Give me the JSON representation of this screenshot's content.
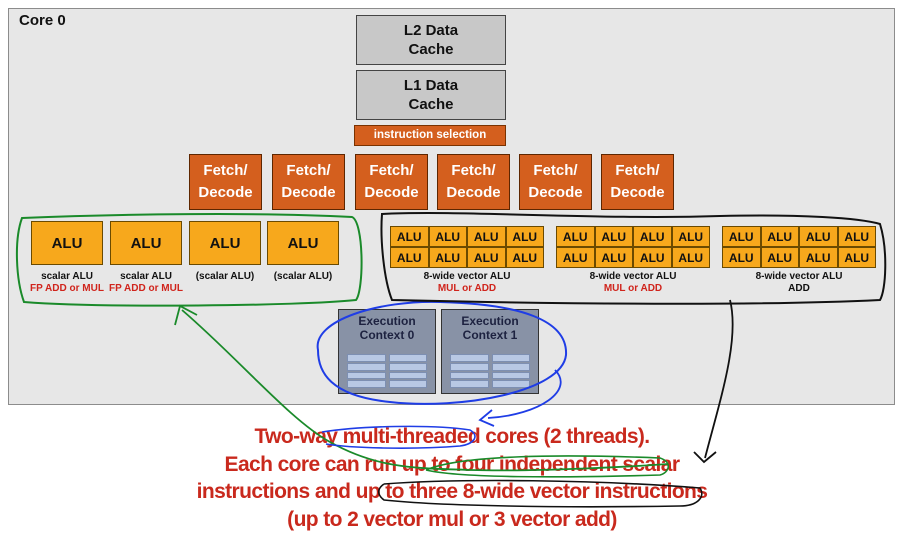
{
  "core_title": "Core 0",
  "l2_cache": "L2 Data Cache",
  "l1_cache": "L1 Data Cache",
  "instruction_selection": "instruction selection",
  "fetch_decode": [
    "Fetch/ Decode",
    "Fetch/ Decode",
    "Fetch/ Decode",
    "Fetch/ Decode",
    "Fetch/ Decode",
    "Fetch/ Decode"
  ],
  "scalar_alus": [
    {
      "label": "ALU",
      "name": "scalar ALU",
      "op": "FP ADD or MUL"
    },
    {
      "label": "ALU",
      "name": "scalar ALU",
      "op": "FP ADD or MUL"
    },
    {
      "label": "ALU",
      "name": "(scalar ALU)",
      "op": ""
    },
    {
      "label": "ALU",
      "name": "(scalar ALU)",
      "op": ""
    }
  ],
  "vector_alus": [
    {
      "cells": [
        "ALU",
        "ALU",
        "ALU",
        "ALU",
        "ALU",
        "ALU",
        "ALU",
        "ALU"
      ],
      "name": "8-wide vector ALU",
      "op": "MUL or ADD"
    },
    {
      "cells": [
        "ALU",
        "ALU",
        "ALU",
        "ALU",
        "ALU",
        "ALU",
        "ALU",
        "ALU"
      ],
      "name": "8-wide vector ALU",
      "op": "MUL or ADD"
    },
    {
      "cells": [
        "ALU",
        "ALU",
        "ALU",
        "ALU",
        "ALU",
        "ALU",
        "ALU",
        "ALU"
      ],
      "name": "8-wide vector ALU",
      "op": "ADD"
    }
  ],
  "execution_contexts": [
    "Execution Context 0",
    "Execution Context 1"
  ],
  "caption": [
    "Two-way multi-threaded cores (2 threads).",
    "Each core can run up to four independent scalar",
    "instructions and up to three 8-wide vector instructions",
    "(up to 2 vector mul or 3 vector add)"
  ],
  "colors": {
    "fetch": "#d45f1e",
    "alu": "#f7a81c",
    "cache": "#c8c8c8",
    "context": "#8892a6",
    "caption": "#c9291d",
    "annotation_green": "#1a8a2a",
    "annotation_blue": "#1f3de6",
    "annotation_black": "#111111"
  }
}
